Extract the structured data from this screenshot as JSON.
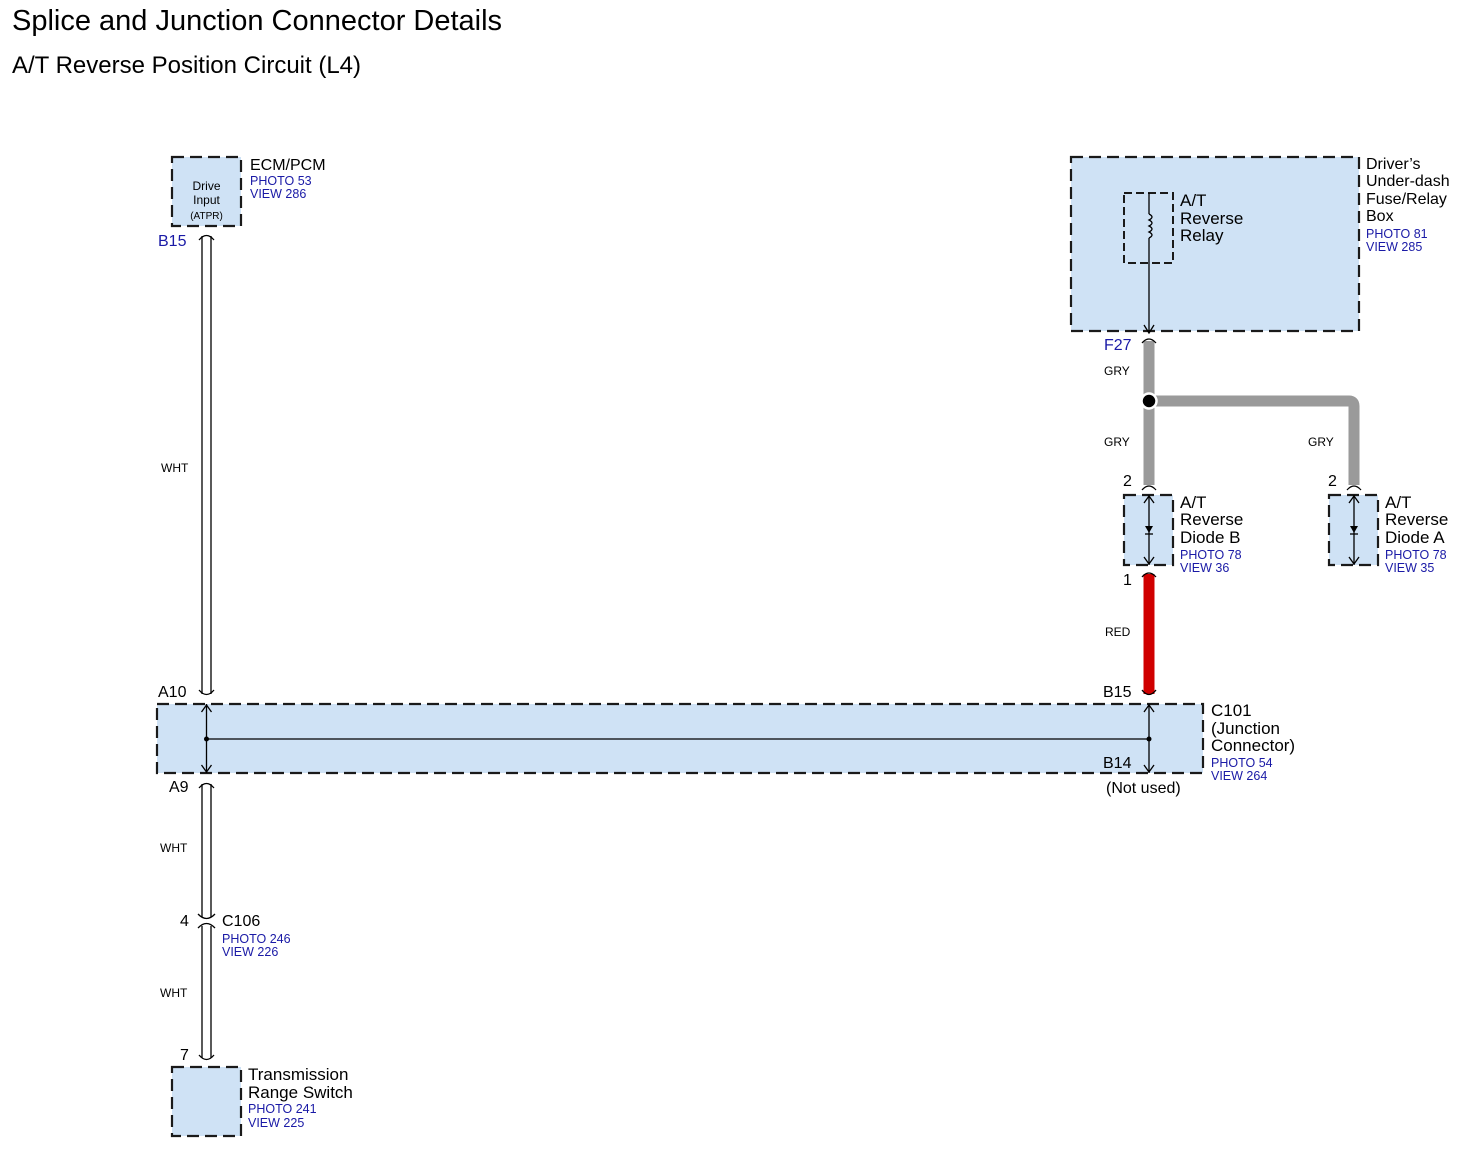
{
  "title": "Splice and Junction Connector Details",
  "subtitle": "A/T Reverse Position Circuit (L4)",
  "components": {
    "ecm": {
      "name": "ECM/PCM",
      "inner_line1": "Drive",
      "inner_line2": "Input",
      "inner_line3": "(ATPR)",
      "photo": "PHOTO 53",
      "view": "VIEW 286",
      "pin": "B15"
    },
    "fuse_box": {
      "line1": "Driver’s",
      "line2": "Under-dash",
      "line3": "Fuse/Relay",
      "line4": "Box",
      "photo": "PHOTO 81",
      "view": "VIEW 285",
      "pin": "F27",
      "relay_line1": "A/T",
      "relay_line2": "Reverse",
      "relay_line3": "Relay"
    },
    "diode_b": {
      "line1": "A/T",
      "line2": "Reverse",
      "line3": "Diode B",
      "photo": "PHOTO 78",
      "view": "VIEW 36",
      "pin_top": "2",
      "pin_bottom": "1"
    },
    "diode_a": {
      "line1": "A/T",
      "line2": "Reverse",
      "line3": "Diode A",
      "photo": "PHOTO 78",
      "view": "VIEW 35",
      "pin_top": "2"
    },
    "c101": {
      "line1": "C101",
      "line2": "(Junction",
      "line3": "Connector)",
      "photo": "PHOTO 54",
      "view": "VIEW 264",
      "pin_a10": "A10",
      "pin_a9": "A9",
      "pin_b15": "B15",
      "pin_b14": "B14",
      "not_used": "(Not used)"
    },
    "c106": {
      "name": "C106",
      "photo": "PHOTO 246",
      "view": "VIEW 226",
      "pin_top": "4"
    },
    "trs": {
      "line1": "Transmission",
      "line2": "Range Switch",
      "photo": "PHOTO 241",
      "view": "VIEW 225",
      "pin": "7"
    }
  },
  "wires": {
    "ecm_to_c101": "WHT",
    "c101_to_c106": "WHT",
    "c106_to_trs": "WHT",
    "f27_to_splice": "GRY",
    "splice_to_diode_b": "GRY",
    "splice_to_diode_a": "GRY",
    "diode_b_to_c101": "RED"
  },
  "colors": {
    "box_fill": "#cfe2f5",
    "wire_gry": "#9a9a9a",
    "wire_red": "#d00000",
    "link_blue": "#1a1aa6"
  }
}
